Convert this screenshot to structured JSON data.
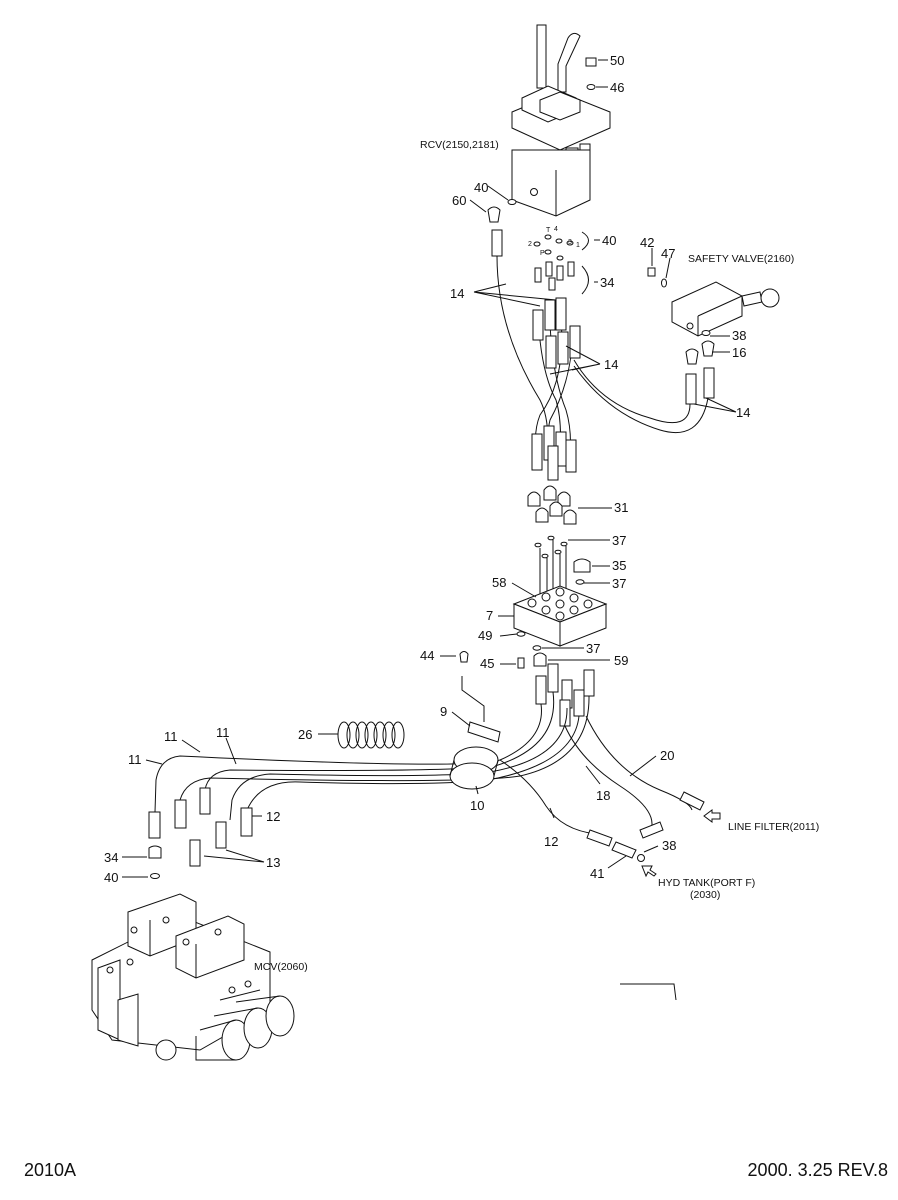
{
  "footer": {
    "drawing_no": "2010A",
    "revision": "2000. 3.25  REV.8"
  },
  "components": {
    "rcv": "RCV(2150,2181)",
    "safety_valve": "SAFETY VALVE(2160)",
    "line_filter": "LINE FILTER(2011)",
    "hyd_tank": "HYD TANK(PORT F)",
    "hyd_tank_code": "(2030)",
    "mcv": "MCV(2060)"
  },
  "port_marks": {
    "t": "T",
    "four": "4",
    "two": "2",
    "p": "P",
    "three": "3",
    "one": "1"
  },
  "callouts": {
    "n50": "50",
    "n46": "46",
    "n40a": "40",
    "n60": "60",
    "n40b": "40",
    "n34a": "34",
    "n42": "42",
    "n47": "47",
    "n14a": "14",
    "n38a": "38",
    "n16": "16",
    "n14b": "14",
    "n14c": "14",
    "n31": "31",
    "n37a": "37",
    "n35": "35",
    "n58": "58",
    "n37b": "37",
    "n7": "7",
    "n49": "49",
    "n37c": "37",
    "n44": "44",
    "n45": "45",
    "n59": "59",
    "n9": "9",
    "n26": "26",
    "n11a": "11",
    "n11b": "11",
    "n11c": "11",
    "n20": "20",
    "n18": "18",
    "n10": "10",
    "n12a": "12",
    "n12b": "12",
    "n34b": "34",
    "n13": "13",
    "n40c": "40",
    "n38b": "38",
    "n41": "41"
  }
}
